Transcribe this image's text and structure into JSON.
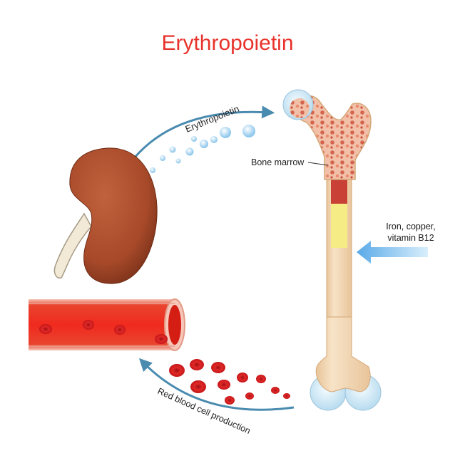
{
  "title": "Erythropoietin",
  "labels": {
    "arrow_top": "Erythropoietin",
    "bone_marrow": "Bone marrow",
    "nutrients_line1": "Iron, copper,",
    "nutrients_line2": "vitamin B12",
    "arrow_bottom": "Red blood cell production"
  },
  "colors": {
    "title": "#e8322b",
    "arrow": "#4a8bb0",
    "nutrient_arrow": "#7fc0f0",
    "kidney": "#a84a2a",
    "bone": "#f1d5b0",
    "marrow_red": "#c84036",
    "marrow_yellow": "#f6ec86",
    "blood_cell": "#d81e1e",
    "vessel_wall": "#f3b2a0"
  },
  "icons": [
    "kidney-icon",
    "bone-icon",
    "blood-vessel-icon",
    "red-blood-cell-icon",
    "erythropoietin-droplet-icon"
  ]
}
